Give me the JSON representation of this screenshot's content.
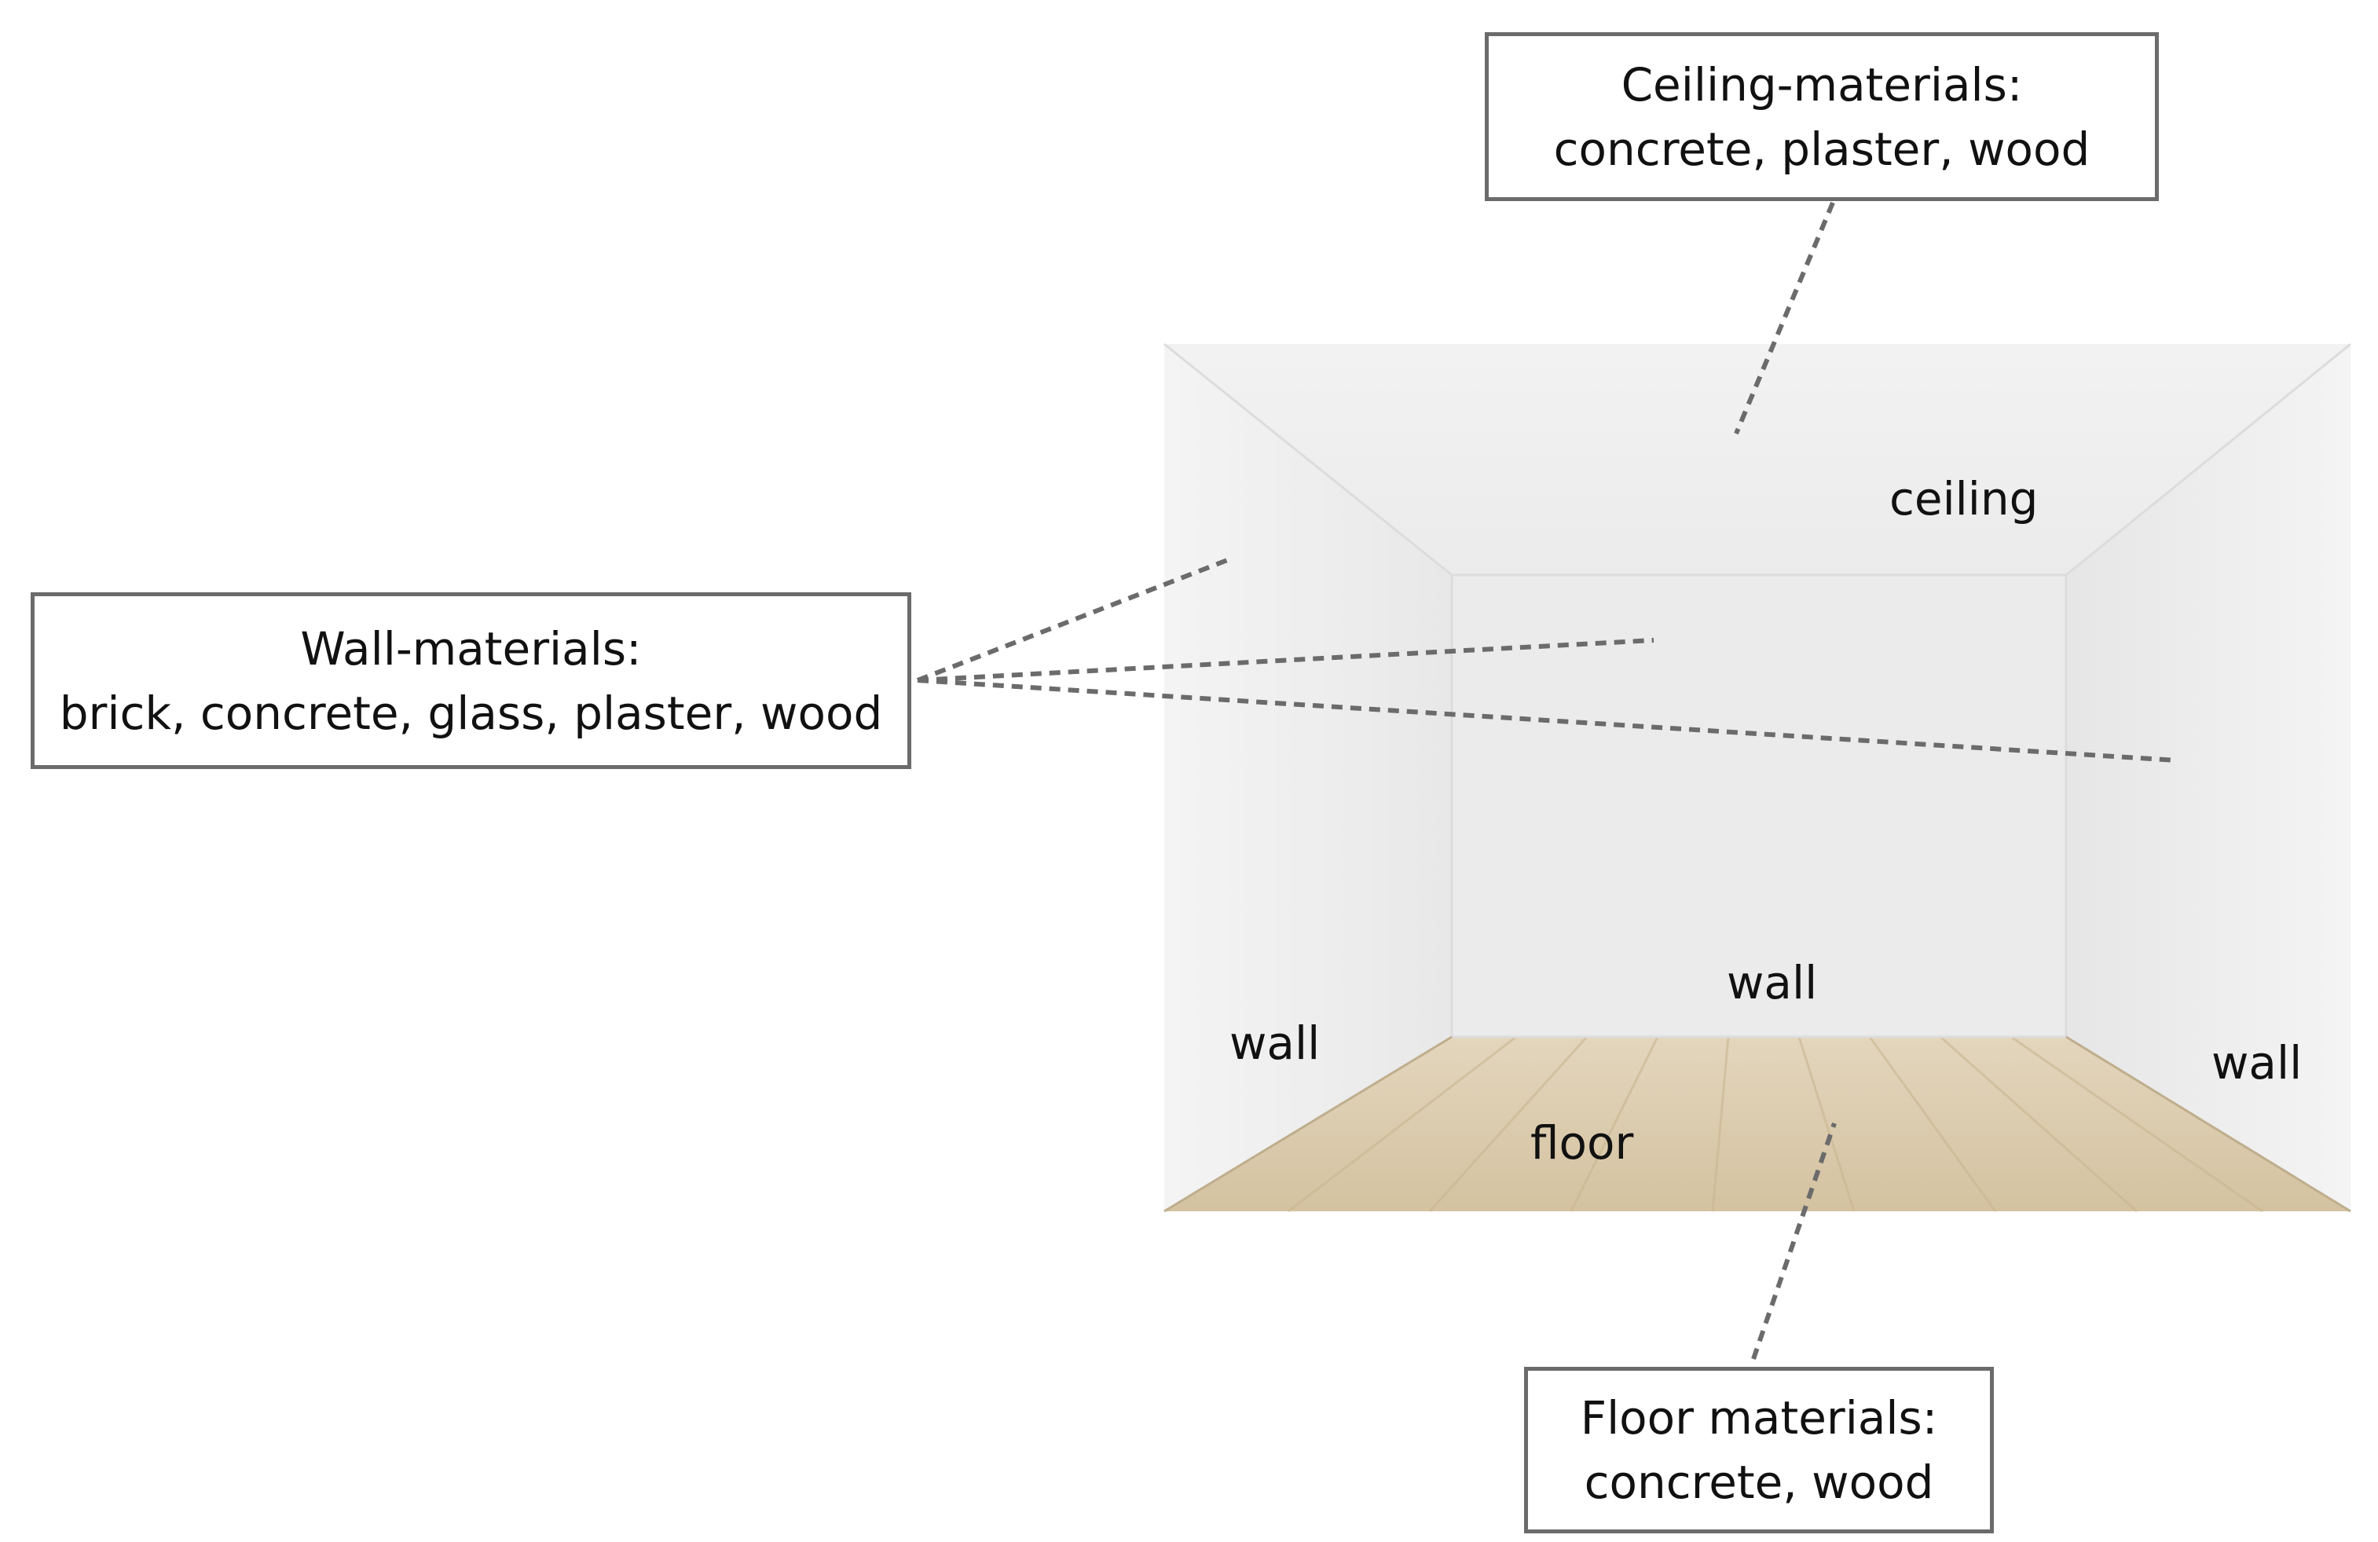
{
  "callouts": {
    "ceiling": {
      "title": "Ceiling-materials:",
      "materials": "concrete, plaster, wood"
    },
    "wall": {
      "title": "Wall-materials:",
      "materials": "brick, concrete, glass, plaster, wood"
    },
    "floor": {
      "title": "Floor materials:",
      "materials": "concrete, wood"
    }
  },
  "room_labels": {
    "ceiling": "ceiling",
    "wall_back": "wall",
    "wall_left": "wall",
    "wall_right": "wall",
    "floor": "floor"
  },
  "colors": {
    "wall": "#efefef",
    "back_wall": "#ebebeb",
    "floor": "#d9c9ab",
    "connector": "#6b6b6b",
    "box_border": "#6b6b6b"
  }
}
